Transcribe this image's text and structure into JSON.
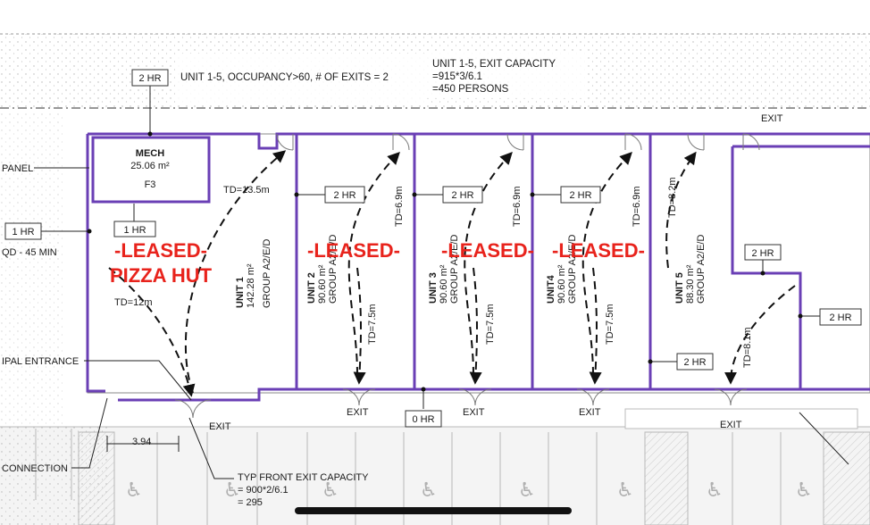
{
  "notes": {
    "occupancy": "UNIT 1-5, OCCUPANCY>60, # OF EXITS = 2",
    "exit_capacity_l1": "UNIT 1-5, EXIT CAPACITY",
    "exit_capacity_l2": "=915*3/6.1",
    "exit_capacity_l3": "=450 PERSONS",
    "front_exit_l1": "TYP FRONT EXIT CAPACITY",
    "front_exit_l2": "= 900*2/6.1",
    "front_exit_l3": "= 295"
  },
  "side_labels": {
    "panel": "PANEL",
    "qd": "QD - 45 MIN",
    "entrance": "IPAL ENTRANCE",
    "connection": "CONNECTION",
    "dimension": "3.94"
  },
  "exits": {
    "rear": "EXIT",
    "front_1": "EXIT",
    "front_2": "EXIT",
    "front_3": "EXIT",
    "front_4": "EXIT",
    "front_5": "EXIT"
  },
  "ratings": {
    "r_top": "2 HR",
    "r_mech": "1 HR",
    "r_left": "1 HR",
    "r_u12": "2 HR",
    "r_u23": "2 HR",
    "r_u34": "2 HR",
    "r_u5a": "2 HR",
    "r_u5b": "2 HR",
    "r_u5c": "2 HR",
    "r_zero": "0 HR"
  },
  "mech": {
    "name": "MECH",
    "area": "25.06 m²",
    "code": "F3"
  },
  "units": [
    {
      "name": "UNIT 1",
      "area": "142.28 m²",
      "group": "GROUP A2/E/D",
      "td_top": "TD=13.5m",
      "td_bottom": "TD=12m",
      "leased_l1": "-LEASED-",
      "leased_l2": "PIZZA HUT"
    },
    {
      "name": "UNIT 2",
      "area": "90.60 m²",
      "group": "GROUP A2/E/D",
      "td_top": "TD=6.9m",
      "td_bottom": "TD=7.5m",
      "leased_l1": "-LEASED-"
    },
    {
      "name": "UNIT 3",
      "area": "90.60 m²",
      "group": "GROUP A2/E/D",
      "td_top": "TD=6.9m",
      "td_bottom": "TD=7.5m",
      "leased_l1": "-LEASED-"
    },
    {
      "name": "UNIT4",
      "area": "90.60 m²",
      "group": "GROUP A2/E/D",
      "td_top": "TD=6.9m",
      "td_bottom": "TD=7.5m",
      "leased_l1": "-LEASED-"
    },
    {
      "name": "UNIT 5",
      "area": "88.30 m²",
      "group": "GROUP A2/E/D",
      "td_top": "TD=8.2m",
      "td_bottom": "TD=8.1m"
    }
  ]
}
